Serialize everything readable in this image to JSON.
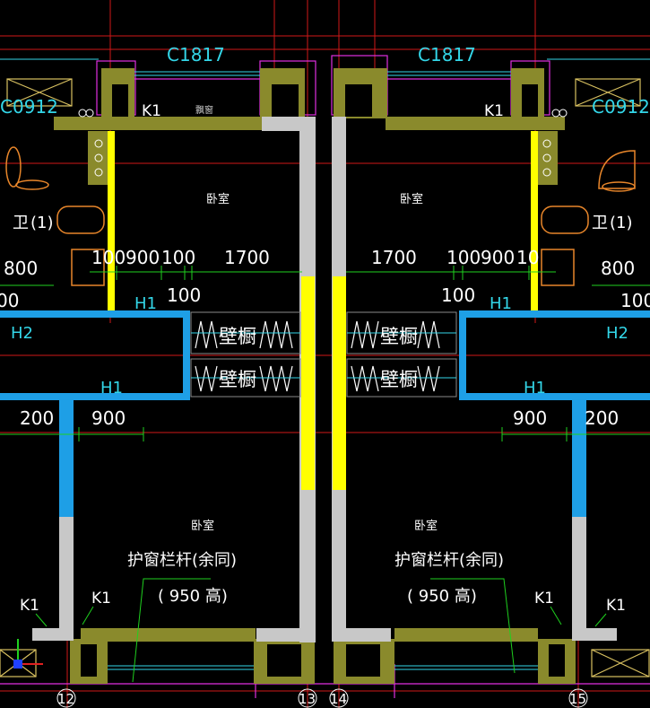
{
  "window_labels": {
    "top_left": "C1817",
    "top_right": "C1817",
    "side_left": "C0912",
    "side_right": "C0912"
  },
  "door_labels": {
    "k1": "K1"
  },
  "rooms": {
    "bedroom": "卧室",
    "left_small": "卫",
    "bathroom_no": "(1)"
  },
  "wardrobe_label": "壁橱",
  "wall_tags": {
    "h1": "H1",
    "h2": "H2"
  },
  "dimensions": {
    "d100": "100",
    "d900": "900",
    "d1700": "1700",
    "d800": "800",
    "d200": "200",
    "d00": "00",
    "d10": "10"
  },
  "notes": {
    "railing": "护窗栏杆(余同)",
    "height_950": "( 950 高)"
  },
  "axes": {
    "a12": "12",
    "a13": "13",
    "a14": "14",
    "a15": "15"
  },
  "misc": {
    "top_tiny": "飘窗"
  },
  "colors": {
    "background": "#000000",
    "wall_olive": "#8a8a2c",
    "column_gray": "#c8c8c8",
    "dimension_green": "#1fd11f",
    "red_axis": "#d01818",
    "magenta": "#e02fe0",
    "cyan": "#33d6e8",
    "yellow": "#ffff00",
    "blue_wall": "#1e9fe6"
  }
}
